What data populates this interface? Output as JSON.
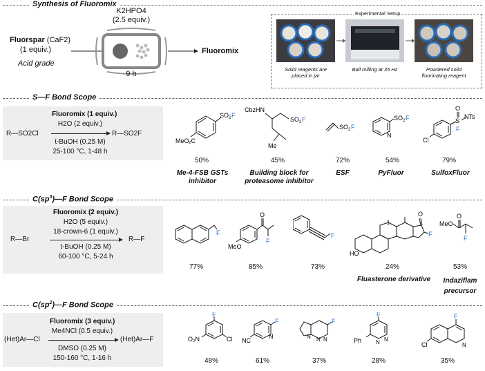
{
  "sections": {
    "synthesis": "Synthesis of Fluoromix",
    "sf": "S—F Bond Scope",
    "csp3": "C(sp3)—F Bond Scope",
    "csp2": "C(sp2)—F Bond Scope"
  },
  "synthesis": {
    "fluorspar": "Fluorspar",
    "caf2": "(CaF2)",
    "equiv": "(1 equiv.)",
    "grade": "Acid grade",
    "base": "K2HPO4",
    "base_equiv": "(2.5 equiv.)",
    "time": "9 h",
    "product": "Fluoromix",
    "setup_title": "Experimental Setup",
    "steps": [
      "Solid reagents are placed in jar",
      "Ball milling at 35 Hz",
      "Powdered solid fluorinating reagent"
    ]
  },
  "sf": {
    "cond1": "Fluoromix (1 equiv.)",
    "cond2": "H2O (2 equiv.)",
    "cond3": "t-BuOH (0.25 M)",
    "cond4": "25-100 °C, 1-48 h",
    "substrate": "R—SO2Cl",
    "product": "R—SO2F",
    "yields": [
      "50%",
      "45%",
      "72%",
      "54%",
      "79%"
    ],
    "names": [
      "Me-4-FSB GSTs inhibitor",
      "Building block for proteasome inhibitor",
      "ESF",
      "PyFluor",
      "SulfoxFluor"
    ]
  },
  "csp3": {
    "cond1": "Fluoromix (2 equiv.)",
    "cond2": "H2O (5 equiv.)",
    "cond3": "18-crown-6 (1 equiv.)",
    "cond4": "t-BuOH (0.25 M)",
    "cond5": "60-100 °C, 5-24 h",
    "substrate": "R—Br",
    "product": "R—F",
    "yields": [
      "77%",
      "85%",
      "73%",
      "24%",
      "53%"
    ],
    "names": [
      "Fluasterone derivative",
      "Indaziflam precursor"
    ]
  },
  "csp2": {
    "cond1": "Fluoromix (3 equiv.)",
    "cond2": "Me4NCl (0.5 equiv.)",
    "cond3": "DMSO (0.25 M)",
    "cond4": "150-160 °C, 1-16 h",
    "substrate": "(Het)Ar—Cl",
    "product": "(Het)Ar—F",
    "yields": [
      "48%",
      "61%",
      "37%",
      "28%",
      "35%"
    ]
  },
  "colors": {
    "fluorine": "#1f6fd0",
    "panel": "#eeeeee"
  }
}
